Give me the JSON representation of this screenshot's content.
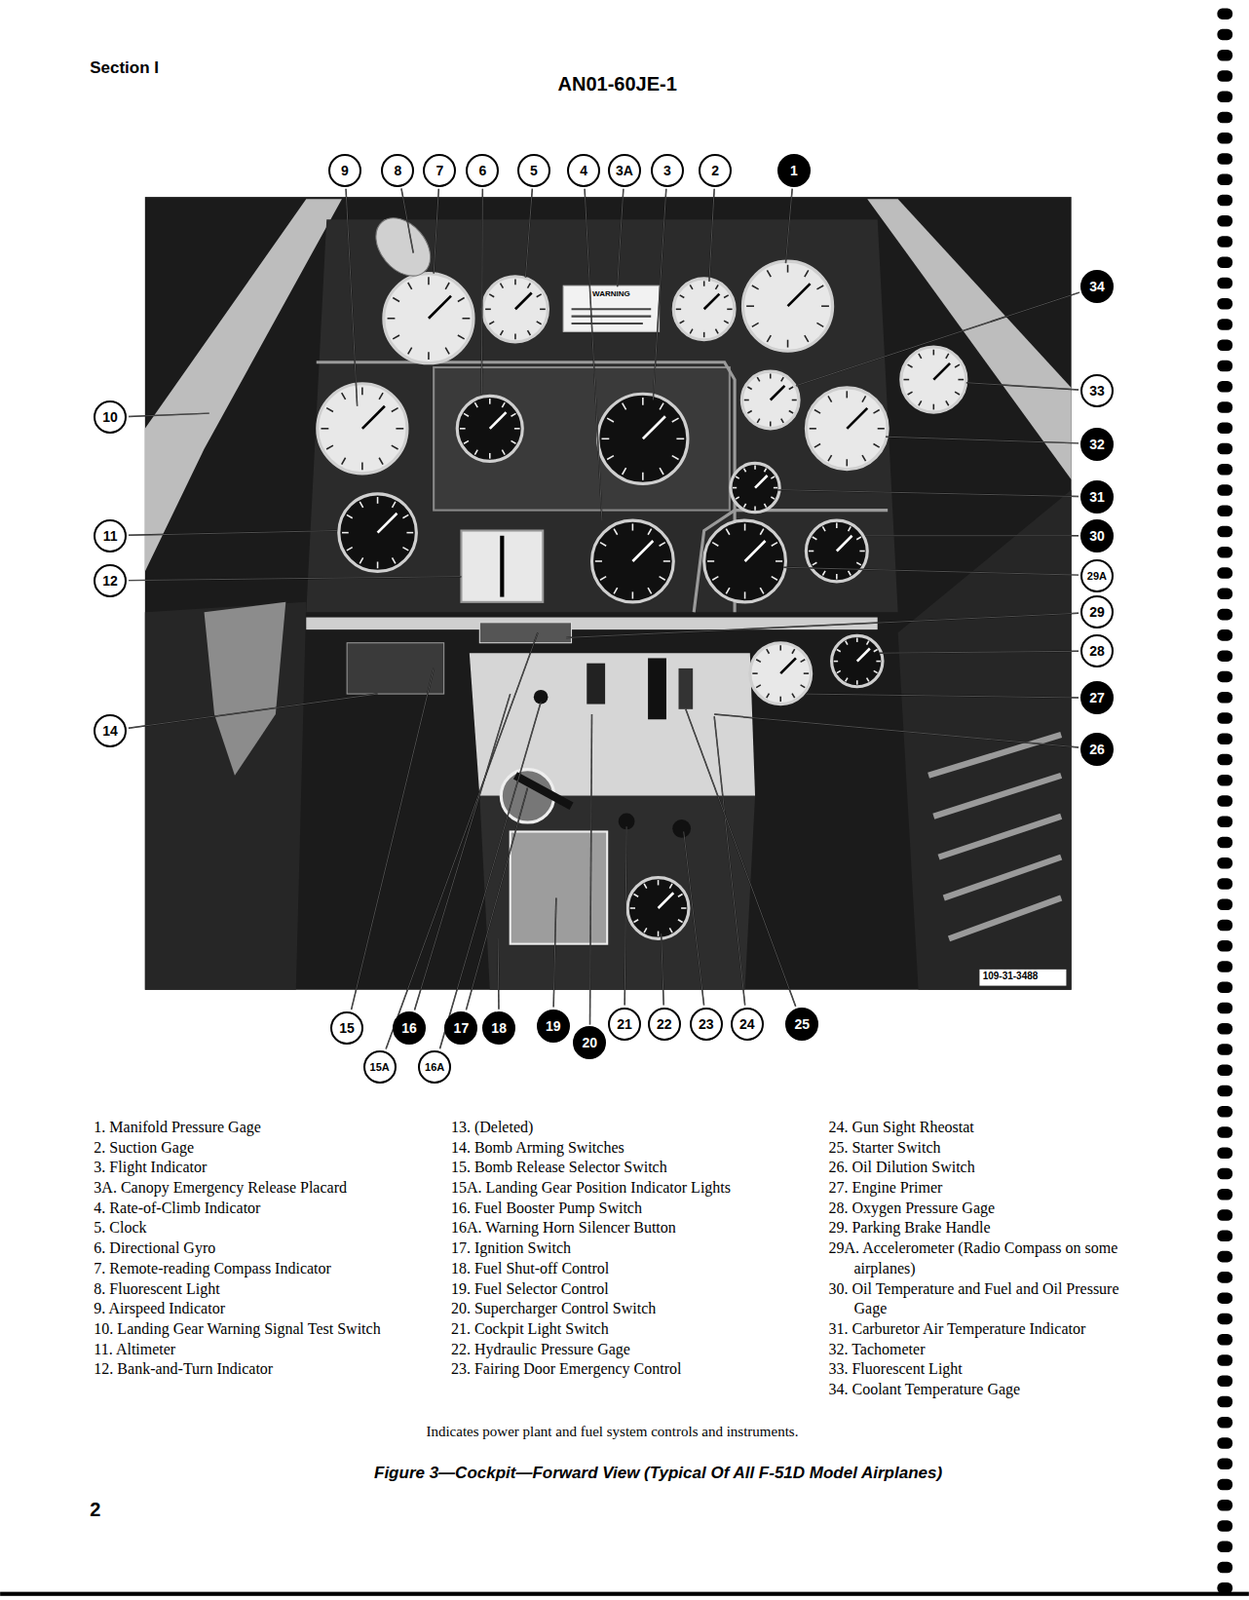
{
  "diagram": {
    "title": "AN01-60JE-1",
    "caption": "Figure 3—Cockpit—Forward View (Typical Of All F-51D Model Airplanes)",
    "nodes": [
      {
        "text": [
          "9"
        ]
      },
      {
        "text": [
          "8"
        ]
      },
      {
        "text": [
          "7"
        ]
      },
      {
        "text": [
          "6"
        ]
      },
      {
        "text": [
          "5"
        ]
      },
      {
        "text": [
          "4"
        ]
      },
      {
        "text": [
          "3A"
        ]
      },
      {
        "text": [
          "3"
        ]
      },
      {
        "text": [
          "2"
        ]
      },
      {
        "text": [
          "1"
        ]
      },
      {
        "text": [
          "10"
        ]
      },
      {
        "text": [
          "11"
        ]
      },
      {
        "text": [
          "12"
        ]
      },
      {
        "text": [
          "14"
        ]
      },
      {
        "text": [
          "34"
        ]
      },
      {
        "text": [
          "33"
        ]
      },
      {
        "text": [
          "32"
        ]
      },
      {
        "text": [
          "31"
        ]
      },
      {
        "text": [
          "30"
        ]
      },
      {
        "text": [
          "29A"
        ]
      },
      {
        "text": [
          "29"
        ]
      },
      {
        "text": [
          "28"
        ]
      },
      {
        "text": [
          "27"
        ]
      },
      {
        "text": [
          "26"
        ]
      },
      {
        "text": [
          "15"
        ]
      },
      {
        "text": [
          "15A"
        ]
      },
      {
        "text": [
          "16"
        ]
      },
      {
        "text": [
          "16A"
        ]
      },
      {
        "text": [
          "17"
        ]
      },
      {
        "text": [
          "18"
        ]
      },
      {
        "text": [
          "19"
        ]
      },
      {
        "text": [
          "20"
        ]
      },
      {
        "text": [
          "21"
        ]
      },
      {
        "text": [
          "22"
        ]
      },
      {
        "text": [
          "23"
        ]
      },
      {
        "text": [
          "24"
        ]
      },
      {
        "text": [
          "25"
        ]
      }
    ],
    "labels": [
      "Section I",
      "2",
      "WARNING",
      "109-31-3488",
      "1. Manifold Pressure Gage",
      "2. Suction Gage",
      "3. Flight Indicator",
      "3A. Canopy Emergency Release Placard",
      "4. Rate-of-Climb Indicator",
      "5. Clock",
      "6. Directional Gyro",
      "7. Remote-reading Compass Indicator",
      "8. Fluorescent Light",
      "9. Airspeed Indicator",
      "10. Landing Gear Warning Signal Test Switch",
      "11. Altimeter",
      "12. Bank-and-Turn Indicator",
      "13. (Deleted)",
      "14. Bomb Arming Switches",
      "15. Bomb Release Selector Switch",
      "15A. Landing Gear Position Indicator Lights",
      "16. Fuel Booster Pump Switch",
      "16A. Warning Horn Silencer Button",
      "17. Ignition Switch",
      "18. Fuel Shut-off Control",
      "19. Fuel Selector Control",
      "20. Supercharger Control Switch",
      "21. Cockpit Light Switch",
      "22. Hydraulic Pressure Gage",
      "23. Fairing Door Emergency Control",
      "24. Gun Sight Rheostat",
      "25. Starter Switch",
      "26. Oil Dilution Switch",
      "27. Engine Primer",
      "28. Oxygen Pressure Gage",
      "29. Parking Brake Handle",
      "29A. Accelerometer (Radio Compass on some airplanes)",
      "30. Oil Temperature and Fuel and Oil Pressure Gage",
      "31. Carburetor Air Temperature Indicator",
      "32. Tachometer",
      "33. Fluorescent Light",
      "34. Coolant Temperature Gage",
      "Indicates power plant and fuel system controls and instruments."
    ]
  }
}
